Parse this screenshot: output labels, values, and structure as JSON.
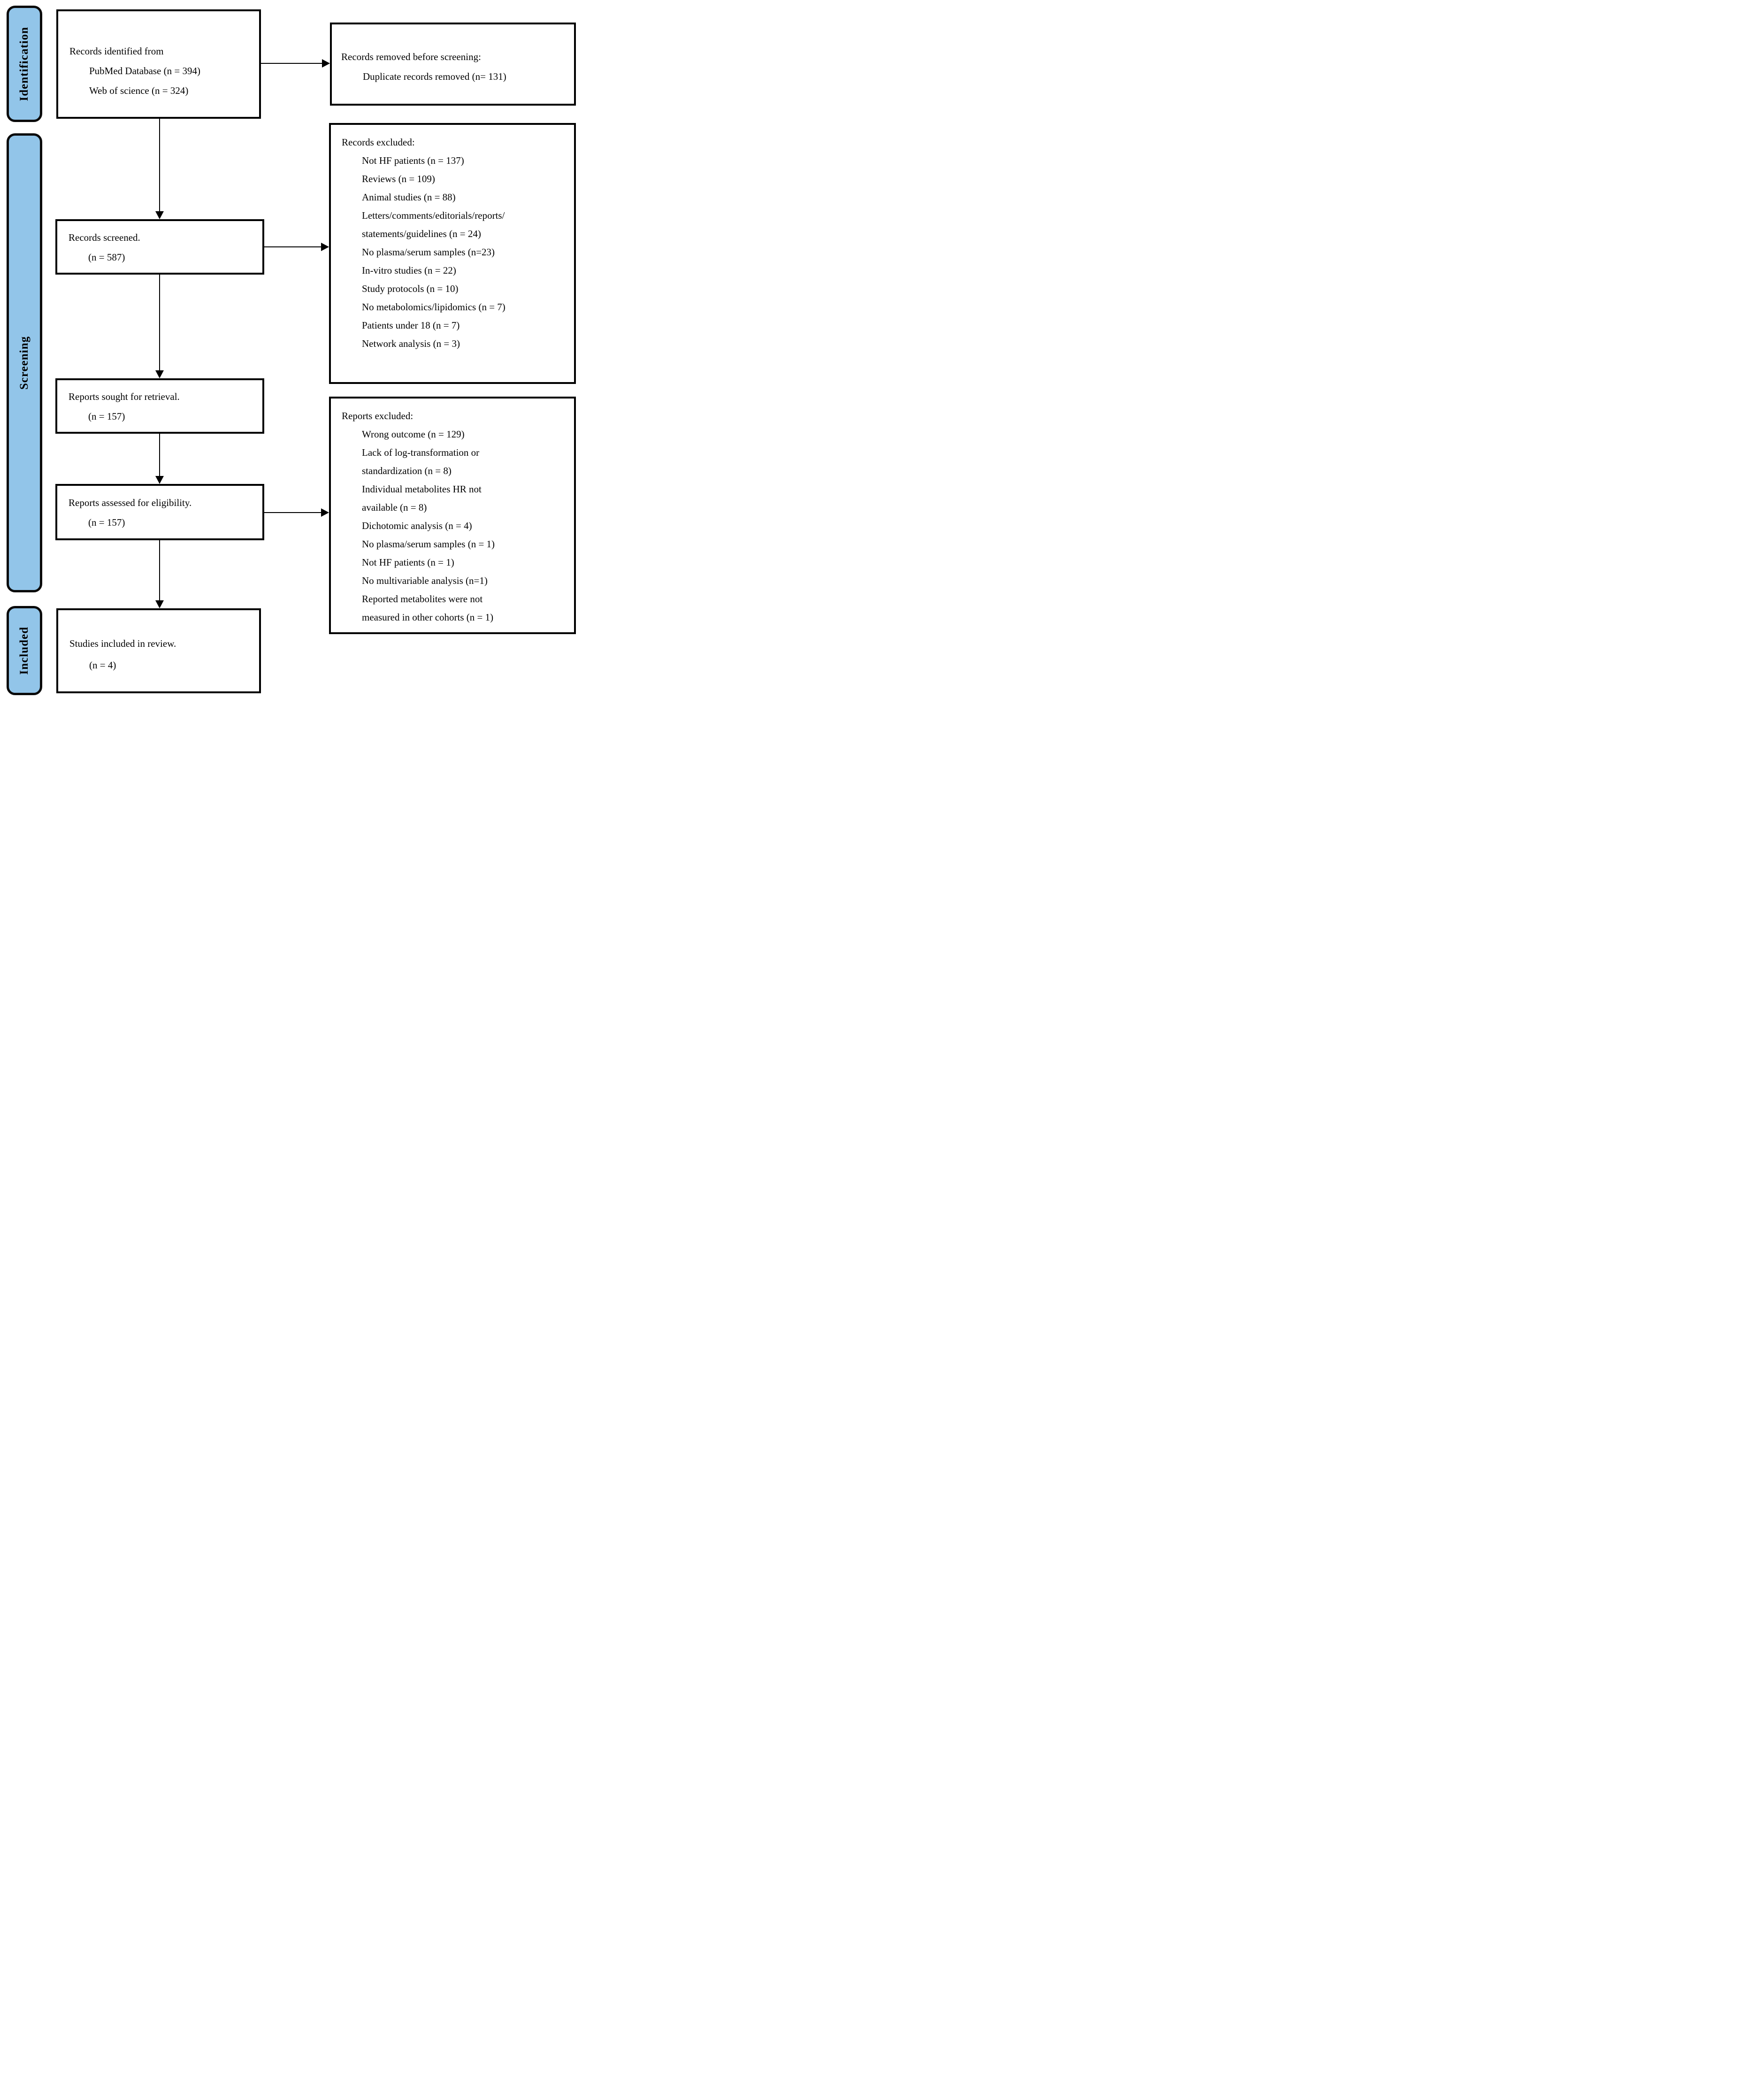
{
  "colors": {
    "stage_fill": "#92c5e9",
    "line": "#000000",
    "box_bg": "#ffffff"
  },
  "sidebar": {
    "stages": [
      {
        "label": "Identification"
      },
      {
        "label": "Screening"
      },
      {
        "label": "Included"
      }
    ]
  },
  "boxes": {
    "identified": {
      "line1": "Records identified from",
      "line2": "PubMed Database (n = 394)",
      "line3": "Web of science (n = 324)"
    },
    "removed": {
      "title": "Records removed before screening:",
      "item1": "Duplicate records removed (n= 131)"
    },
    "screened": {
      "line1": "Records screened.",
      "line2": "(n = 587)"
    },
    "records_excluded": {
      "title": "Records excluded:",
      "lines": [
        "Not HF patients (n = 137)",
        "Reviews (n = 109)",
        "Animal studies (n = 88)",
        "Letters/comments/editorials/reports/",
        "statements/guidelines (n = 24)",
        "No plasma/serum samples (n=23)",
        "In-vitro studies (n = 22)",
        "Study protocols (n = 10)",
        "No metabolomics/lipidomics (n = 7)",
        "Patients under 18 (n = 7)",
        "Network analysis (n = 3)"
      ]
    },
    "sought": {
      "line1": "Reports sought for retrieval.",
      "line2": "(n = 157)"
    },
    "assessed": {
      "line1": "Reports assessed for eligibility.",
      "line2": "(n = 157)"
    },
    "reports_excluded": {
      "title": "Reports excluded:",
      "lines": [
        "Wrong outcome (n = 129)",
        "Lack of log-transformation or",
        "standardization (n = 8)",
        "Individual metabolites HR not",
        "available (n = 8)",
        "Dichotomic analysis (n = 4)",
        "No plasma/serum samples (n = 1)",
        "Not HF patients (n = 1)",
        "No multivariable analysis (n=1)",
        "Reported metabolites were not",
        "measured in other cohorts (n = 1)"
      ]
    },
    "included": {
      "line1": "Studies included in review.",
      "line2": "(n = 4)"
    }
  }
}
